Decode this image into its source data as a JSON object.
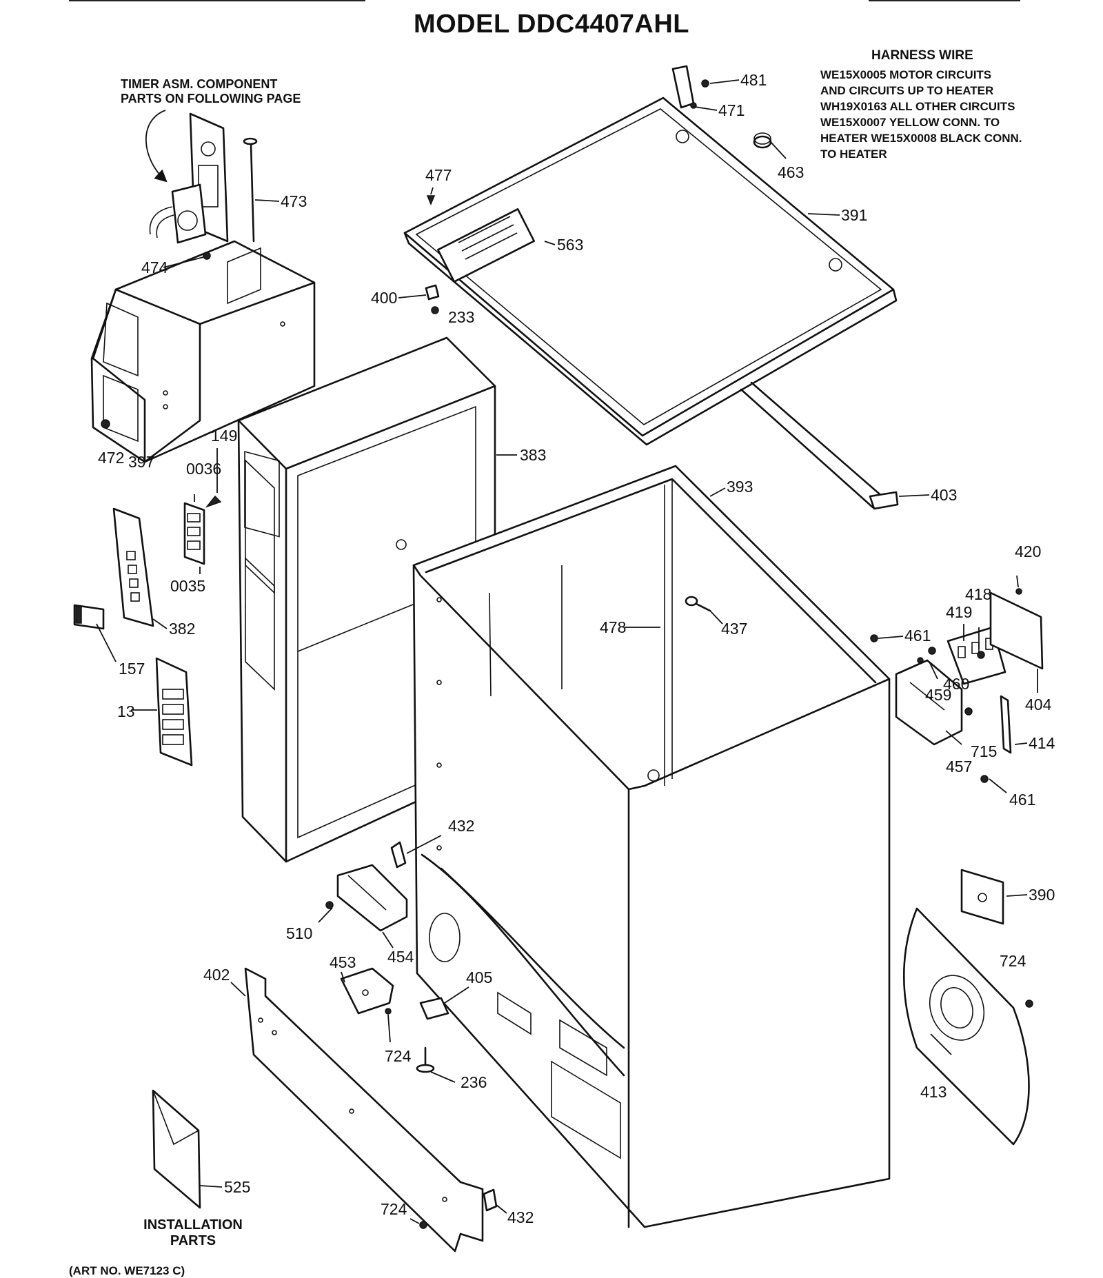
{
  "title": "MODEL DDC4407AHL",
  "timer_note": [
    "TIMER ASM. COMPONENT",
    "PARTS ON FOLLOWING PAGE"
  ],
  "harness": {
    "title": "HARNESS WIRE",
    "lines": [
      "WE15X0005 MOTOR CIRCUITS",
      "AND CIRCUITS UP TO HEATER",
      "WH19X0163 ALL OTHER CIRCUITS",
      "WE15X0007 YELLOW CONN. TO",
      "HEATER WE15X0008 BLACK CONN.",
      "TO HEATER"
    ]
  },
  "installation": [
    "INSTALLATION",
    "PARTS"
  ],
  "art_number": "(ART NO. WE7123 C)",
  "callouts": {
    "p481": "481",
    "p471": "471",
    "p463": "463",
    "p477": "477",
    "p473": "473",
    "p563": "563",
    "p391": "391",
    "p474": "474",
    "p400": "400",
    "p233": "233",
    "p472": "472",
    "p397": "397",
    "p149": "149",
    "p0036": "0036",
    "p0035": "0035",
    "p383": "383",
    "p393": "393",
    "p403": "403",
    "p382": "382",
    "p157": "157",
    "p13": "13",
    "p478": "478",
    "p437": "437",
    "p420": "420",
    "p418": "418",
    "p419": "419",
    "p461a": "461",
    "p460": "460",
    "p459": "459",
    "p404": "404",
    "p715": "715",
    "p414": "414",
    "p457": "457",
    "p461b": "461",
    "p432a": "432",
    "p390": "390",
    "p510": "510",
    "p454": "454",
    "p453": "453",
    "p405": "405",
    "p402": "402",
    "p724a": "724",
    "p724b": "724",
    "p236": "236",
    "p413": "413",
    "p525": "525",
    "p724c": "724",
    "p432b": "432"
  }
}
